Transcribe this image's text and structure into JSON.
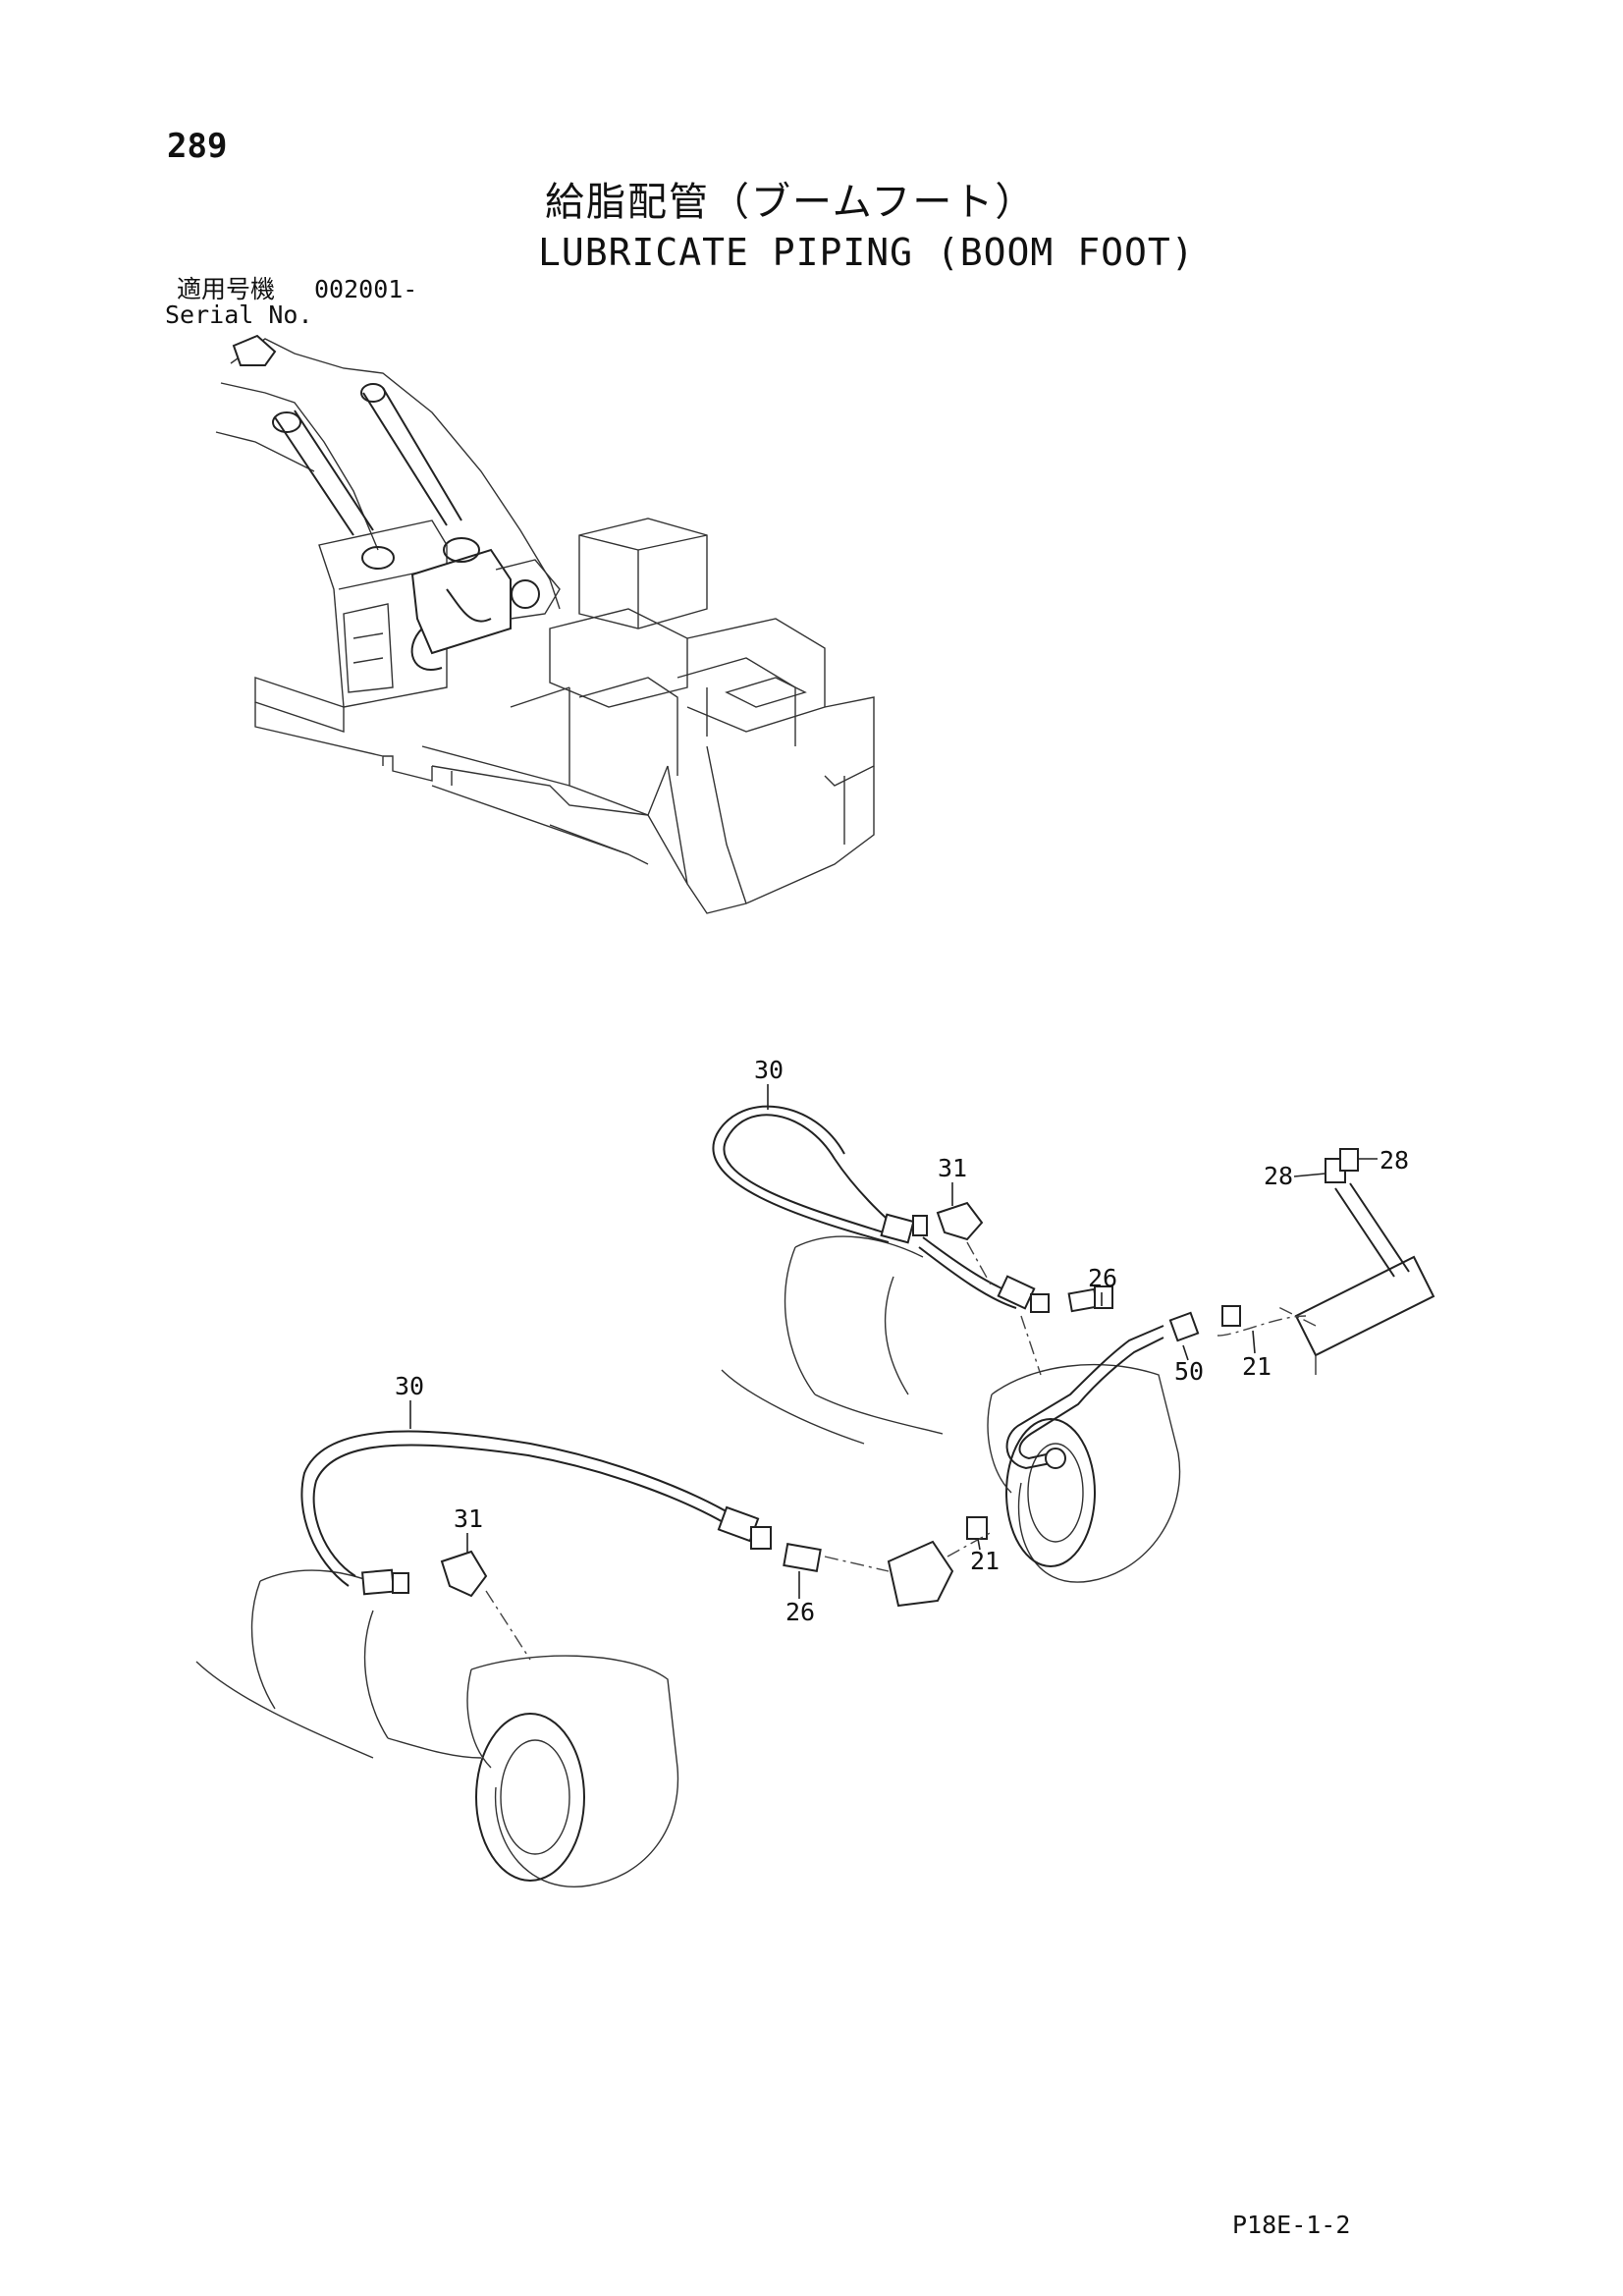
{
  "page_number": "289",
  "title_ja": "給脂配管（ブームフート）",
  "title_en": "LUBRICATE PIPING (BOOM FOOT)",
  "serial": {
    "label_ja": "適用号機",
    "label_en": "Serial No.",
    "value": "002001-"
  },
  "page_code": "P18E-1-2",
  "callouts": [
    "30",
    "31",
    "26",
    "28",
    "28",
    "50",
    "21",
    "30",
    "31",
    "21",
    "26"
  ]
}
